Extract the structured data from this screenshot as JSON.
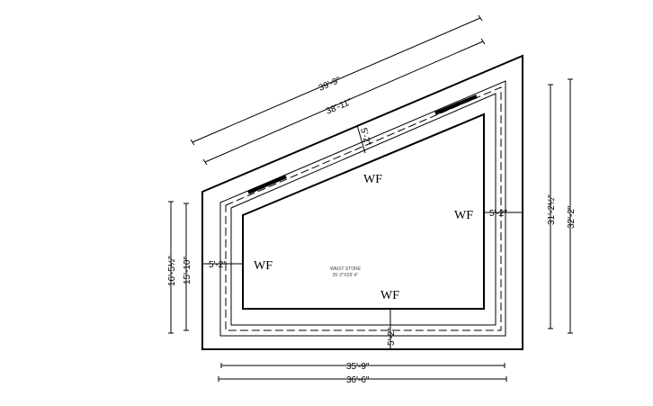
{
  "drawing": {
    "dimensions": {
      "top_outer": "39'-9\"",
      "top_inner": "38'-11\"",
      "bottom_inner": "35'-9\"",
      "bottom_outer": "36'-6\"",
      "left_outer": "16'-5½\"",
      "left_inner": "15'-10\"",
      "right_inner": "31'-2½\"",
      "right_outer": "32'-2\""
    },
    "wall_offsets": {
      "top": "5'-2\"",
      "left": "5'-2\"",
      "right": "5'-2\"",
      "bottom": "5'-2\""
    },
    "wf_labels": {
      "top": "WF",
      "left": "WF",
      "right": "WF",
      "bottom": "WF"
    },
    "room": {
      "name": "WAIST STORE",
      "size": "35'-0\"X29'-4\""
    }
  }
}
